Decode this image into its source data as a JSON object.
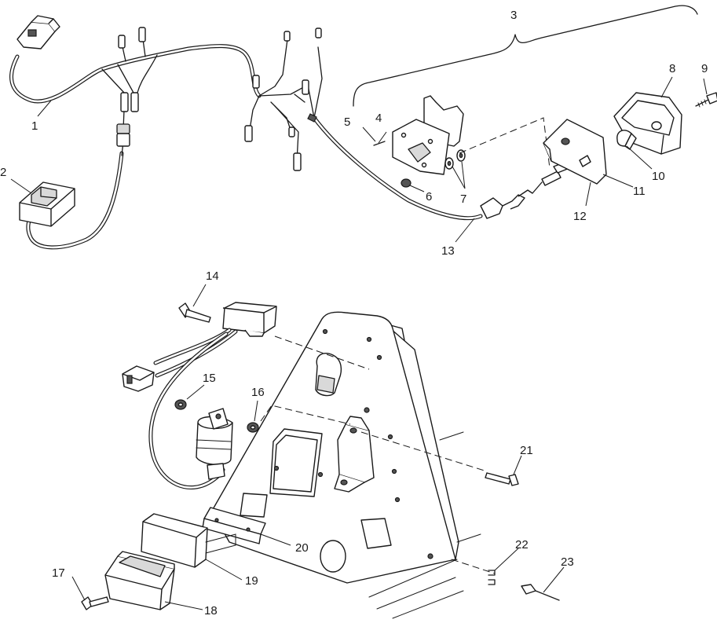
{
  "callouts": [
    {
      "label": "1"
    },
    {
      "label": "2"
    },
    {
      "label": "3"
    },
    {
      "label": "4"
    },
    {
      "label": "5"
    },
    {
      "label": "6"
    },
    {
      "label": "7"
    },
    {
      "label": "8"
    },
    {
      "label": "9"
    },
    {
      "label": "10"
    },
    {
      "label": "11"
    },
    {
      "label": "12"
    },
    {
      "label": "13"
    },
    {
      "label": "14"
    },
    {
      "label": "15"
    },
    {
      "label": "16"
    },
    {
      "label": "17"
    },
    {
      "label": "18"
    },
    {
      "label": "19"
    },
    {
      "label": "20"
    },
    {
      "label": "21"
    },
    {
      "label": "22"
    },
    {
      "label": "23"
    }
  ]
}
